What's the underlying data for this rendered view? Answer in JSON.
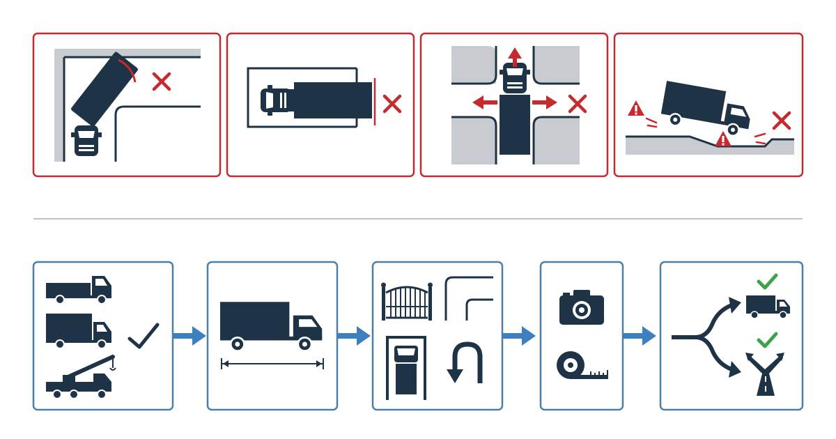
{
  "colors": {
    "background": "#ffffff",
    "navy": "#1f3346",
    "red": "#c42a2e",
    "blue": "#3e80bf",
    "panel_blue": "#4c7fa7",
    "green": "#3ea348",
    "gray": "#c8ccd0",
    "divider": "#b9c2ca"
  },
  "top_row": {
    "border_color": "#c42a2e",
    "panels": [
      {
        "id": "tight-turn",
        "icons": [
          "road-corner-icon",
          "truck-turning-icon",
          "collision-arc-icon",
          "red-x-icon"
        ]
      },
      {
        "id": "too-long",
        "icons": [
          "parking-bay-icon",
          "truck-top-view-icon",
          "red-x-icon"
        ]
      },
      {
        "id": "no-turn-space",
        "icons": [
          "intersection-icon",
          "truck-top-view-icon",
          "arrow-up-icon",
          "arrow-left-icon",
          "arrow-right-icon",
          "red-x-icon"
        ]
      },
      {
        "id": "slope-clearance",
        "icons": [
          "ramp-icon",
          "truck-tilted-icon",
          "warning-icon",
          "warning-icon",
          "red-x-icon"
        ]
      }
    ]
  },
  "bottom_row": {
    "border_color": "#4c7fa7",
    "flow": [
      {
        "id": "choose-vehicle",
        "icons": [
          "dump-truck-icon",
          "box-truck-icon",
          "crane-truck-icon",
          "check-icon"
        ]
      },
      {
        "id": "measure-length",
        "icons": [
          "box-truck-side-icon",
          "dimension-arrow-icon"
        ]
      },
      {
        "id": "check-access",
        "icons": [
          "gate-icon",
          "corner-icon",
          "truck-in-gate-icon",
          "u-turn-icon"
        ]
      },
      {
        "id": "document-site",
        "icons": [
          "camera-icon",
          "tape-measure-icon"
        ]
      },
      {
        "id": "plan-route",
        "icons": [
          "branch-arrow-icon",
          "truck-small-icon",
          "road-fork-icon",
          "check-icon",
          "check-icon"
        ]
      }
    ],
    "connector_icon": "flow-arrow-icon"
  }
}
